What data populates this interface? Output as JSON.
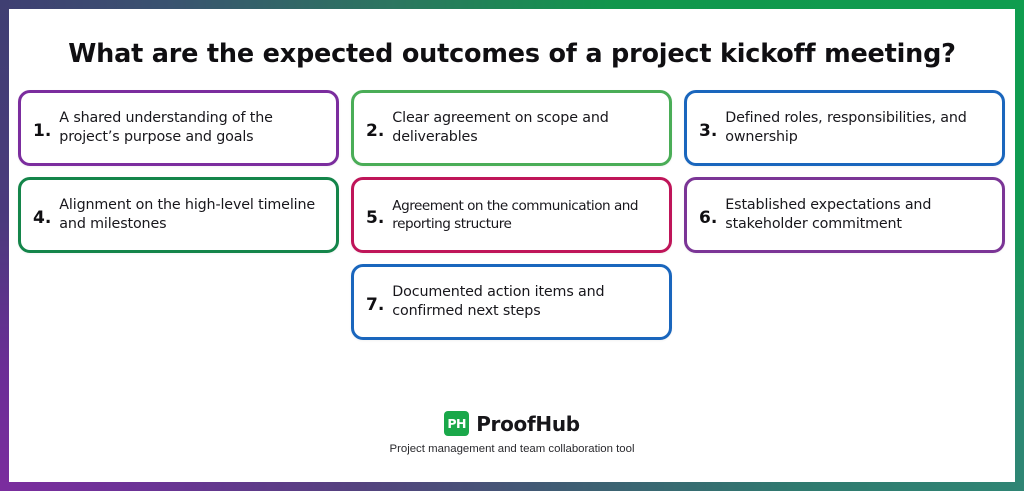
{
  "title": "What are the expected outcomes of a project kickoff meeting?",
  "frame": {
    "gradient_start": "#3f3f72",
    "gradient_mid": "#0f9d4f",
    "gradient_end": "#7b2d9e"
  },
  "cards": [
    {
      "number": "1.",
      "text": "A shared understanding of the project’s purpose and goals",
      "color": "#7b2d9e"
    },
    {
      "number": "2.",
      "text": "Clear agreement on scope and deliverables",
      "color": "#4aad57"
    },
    {
      "number": "3.",
      "text": "Defined roles, responsibilities, and ownership",
      "color": "#1a66bd"
    },
    {
      "number": "4.",
      "text": "Alignment on the high-level timeline and milestones",
      "color": "#14854a"
    },
    {
      "number": "5.",
      "text": "Agreement on the communication and reporting structure",
      "color": "#bf1559"
    },
    {
      "number": "6.",
      "text": "Established expectations and stakeholder commitment",
      "color": "#7b3596"
    },
    {
      "number": "7.",
      "text": "Documented action items and confirmed next steps",
      "color": "#1a66bd"
    }
  ],
  "footer": {
    "logo_mark": "PH",
    "logo_mark_color": "#1aa84a",
    "brand_name": "ProofHub",
    "tagline": "Project management and team collaboration tool"
  }
}
